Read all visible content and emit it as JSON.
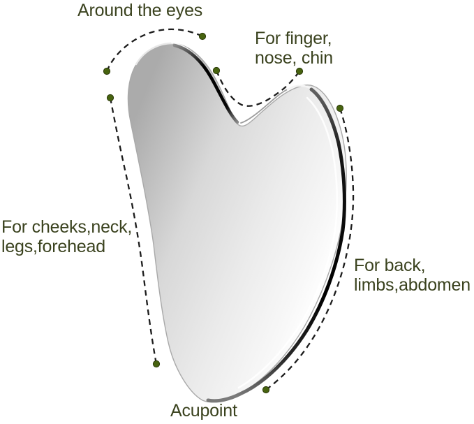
{
  "annotations": {
    "around_eyes": {
      "lines": [
        "Around the eyes"
      ]
    },
    "finger_nose_chin": {
      "lines": [
        "For finger,",
        "nose, chin"
      ]
    },
    "cheeks_neck_legs_forehead": {
      "lines": [
        "For cheeks,neck,",
        "legs,forehead"
      ]
    },
    "back_limbs_abdomen": {
      "lines": [
        "For back,",
        "limbs,abdomen"
      ]
    },
    "acupoint": {
      "lines": [
        "Acupoint"
      ]
    }
  },
  "colors": {
    "label_text": "#3a421e",
    "marker_dot": "#47630f",
    "marker_dot_ring": "#2c3a0a",
    "dashed_line": "#1c1c1c",
    "background": "#ffffff",
    "metal_light": "#ffffff",
    "metal_mid": "#d8d8d8",
    "metal_dark": "#a9a9a9",
    "chrome_reflection": "#000000"
  }
}
